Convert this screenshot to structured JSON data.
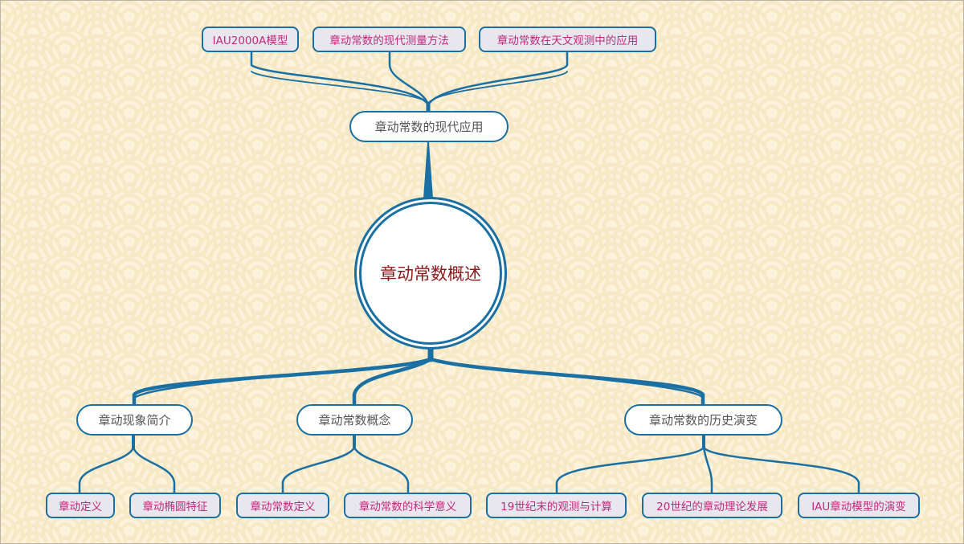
{
  "diagram": {
    "type": "mind-map",
    "colors": {
      "background": "#fdf3dc",
      "pattern": "#f7e7c4",
      "connector": "#1a6fa3",
      "root_text": "#8b1a1a",
      "main_text": "#555555",
      "sub_text": "#c0297a",
      "sub_fill": "#e8e7ef"
    },
    "root": {
      "label": "章动常数概述"
    },
    "branches": [
      {
        "label": "章动常数的现代应用",
        "position": "top",
        "children": [
          {
            "label": "IAU2000A模型"
          },
          {
            "label": "章动常数的现代测量方法"
          },
          {
            "label": "章动常数在天文观测中的应用"
          }
        ]
      },
      {
        "label": "章动现象简介",
        "position": "bottom-left",
        "children": [
          {
            "label": "章动定义"
          },
          {
            "label": "章动椭圆特征"
          }
        ]
      },
      {
        "label": "章动常数概念",
        "position": "bottom-center",
        "children": [
          {
            "label": "章动常数定义"
          },
          {
            "label": "章动常数的科学意义"
          }
        ]
      },
      {
        "label": "章动常数的历史演变",
        "position": "bottom-right",
        "children": [
          {
            "label": "19世纪末的观测与计算"
          },
          {
            "label": "20世纪的章动理论发展"
          },
          {
            "label": "IAU章动模型的演变"
          }
        ]
      }
    ]
  }
}
